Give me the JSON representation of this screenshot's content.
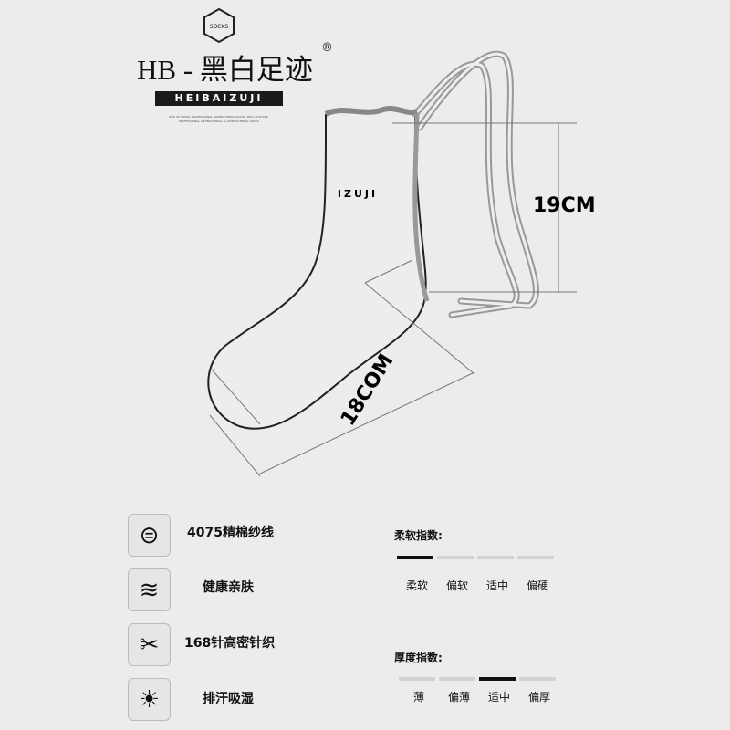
{
  "brand": {
    "badge_text": "SOCKS",
    "name_cn": "HB - 黑白足迹",
    "registered": "®",
    "name_en": "HEIBAIZUJI",
    "tagline": "PICK UP SOCKS, PROFESSIONAL ANTIBACTERIAL SOCKS, PICK UP SOCKS, PROFESSIONAL ANTIBACTERIAL AL ANTIBACTERIAL SOCKS"
  },
  "sock": {
    "print": "IZUJI",
    "height_label": "19CM",
    "length_label": "18COM"
  },
  "features": [
    {
      "icon": "yarn-ball-icon",
      "label": "4075精棉纱线"
    },
    {
      "icon": "waves-icon",
      "label": "健康亲肤"
    },
    {
      "icon": "scissors-icon",
      "label": "168针高密针织"
    },
    {
      "icon": "sun-icon",
      "label": "排汗吸湿"
    }
  ],
  "softness": {
    "title": "柔软指数:",
    "levels": [
      "柔软",
      "偏软",
      "适中",
      "偏硬"
    ],
    "selected": 0
  },
  "thickness": {
    "title": "厚度指数:",
    "levels": [
      "薄",
      "偏薄",
      "适中",
      "偏厚"
    ],
    "selected": 2
  }
}
